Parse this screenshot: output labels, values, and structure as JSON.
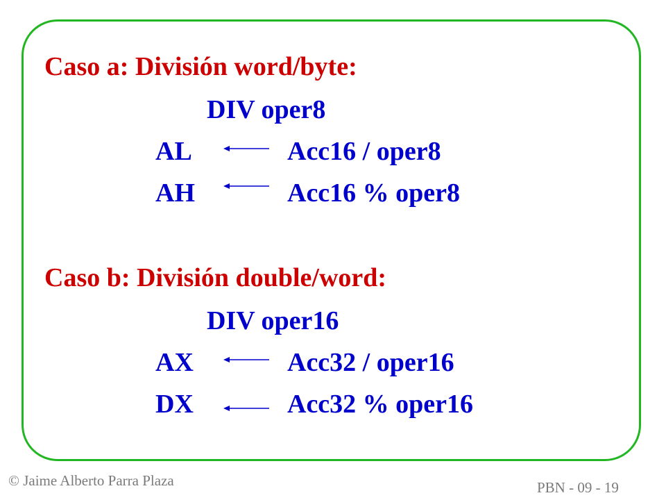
{
  "slide": {
    "case_a": {
      "heading": "Caso a: División word/byte:",
      "instruction": "DIV oper8",
      "rows": [
        {
          "register": "AL",
          "operation": "Acc16 / oper8"
        },
        {
          "register": "AH",
          "operation": "Acc16 % oper8"
        }
      ]
    },
    "case_b": {
      "heading": "Caso b: División double/word:",
      "instruction": "DIV oper16",
      "rows": [
        {
          "register": "AX",
          "operation": "Acc32 / oper16"
        },
        {
          "register": "DX",
          "operation": "Acc32 % oper16"
        }
      ]
    },
    "colors": {
      "heading": "#cc0000",
      "body": "#0000cc",
      "frame": "#22b722"
    }
  },
  "footer": {
    "copyright": "© Jaime Alberto Parra Plaza",
    "page_code": "PBN - 09 - 19"
  }
}
